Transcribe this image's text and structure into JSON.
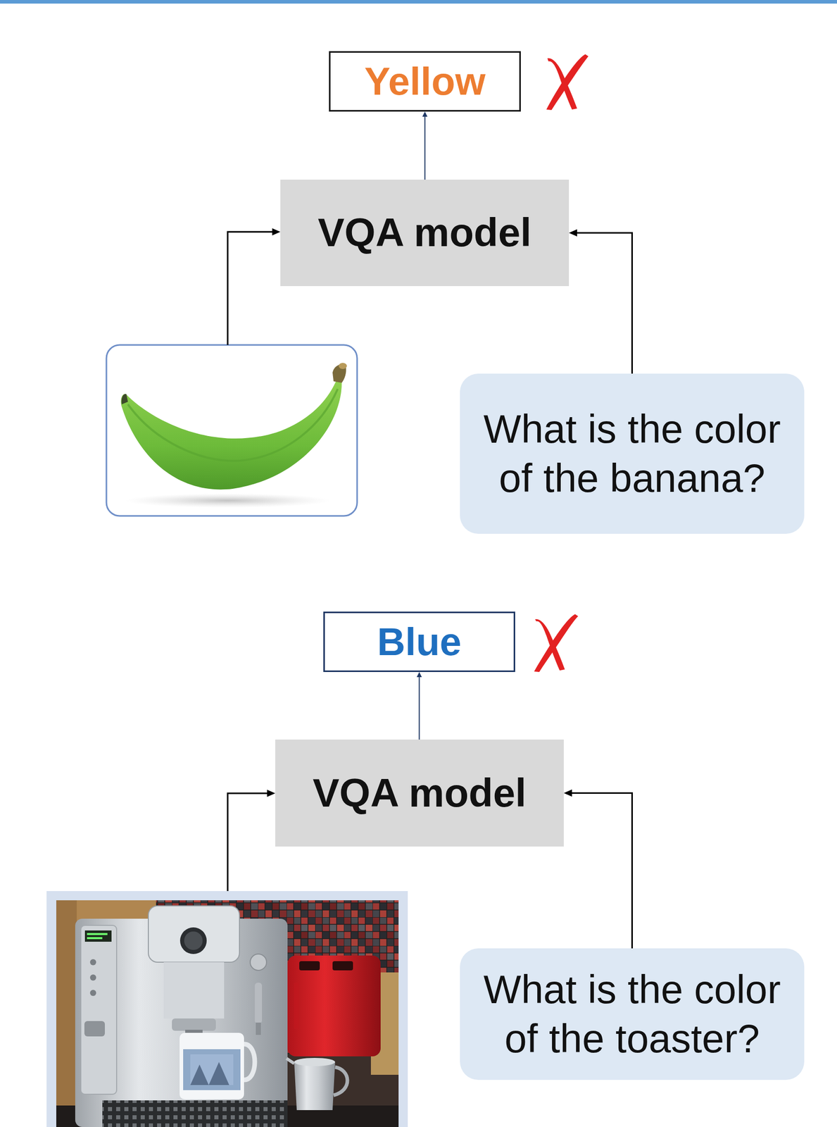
{
  "diagram": {
    "nodes": [
      {
        "text": [
          "Yellow"
        ]
      },
      {
        "text": [
          "VQA model"
        ]
      },
      {
        "text": [
          "What is the color of the banana?"
        ]
      },
      {
        "text": [
          "Blue"
        ]
      },
      {
        "text": [
          "VQA model"
        ]
      },
      {
        "text": [
          "What is the color of the toaster?"
        ]
      }
    ],
    "edges": [
      {
        "from": 1,
        "to": 0,
        "arrow": "to"
      },
      {
        "from": 2,
        "to": 1,
        "arrow": "to"
      },
      {
        "from": 4,
        "to": 3,
        "arrow": "to"
      },
      {
        "from": 5,
        "to": 4,
        "arrow": "to"
      }
    ]
  }
}
